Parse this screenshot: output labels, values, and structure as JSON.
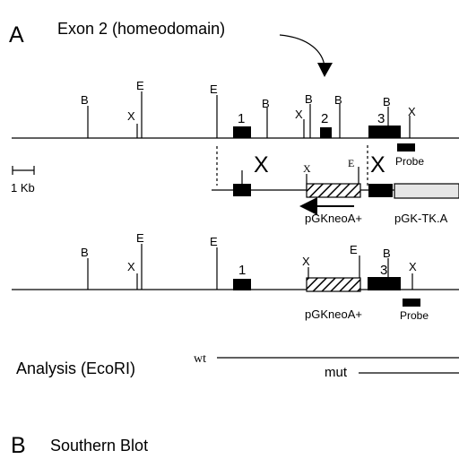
{
  "panel_a": {
    "letter": "A",
    "exon_callout": "Exon 2  (homeodomain)",
    "scale_bar": "1 Kb"
  },
  "wildtype_locus": {
    "site_labels": [
      "B",
      "X",
      "E",
      "E",
      "B",
      "X",
      "B",
      "B",
      "B",
      "X"
    ],
    "exon_labels": [
      "1",
      "2",
      "3"
    ],
    "probe_label": "Probe"
  },
  "targeting_vector": {
    "crossover_marks": [
      "X",
      "X"
    ],
    "site_labels": [
      "X",
      "E"
    ],
    "neo_cassette": "pGKneoA+",
    "tk_cassette": "pGK-TK.A"
  },
  "mutant_locus": {
    "site_labels": [
      "B",
      "X",
      "E",
      "E",
      "X",
      "E",
      "B",
      "X"
    ],
    "exon_labels": [
      "1",
      "3"
    ],
    "neo_cassette": "pGKneoA+",
    "probe_label": "Probe"
  },
  "analysis": {
    "label": "Analysis (EcoRI)",
    "wt_label": "wt",
    "mut_label": "mut"
  },
  "panel_b": {
    "letter": "B",
    "title": "Southern Blot"
  }
}
